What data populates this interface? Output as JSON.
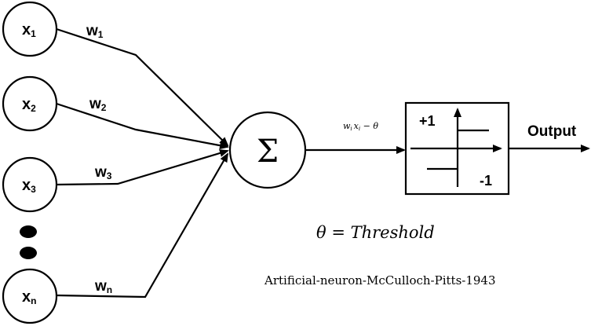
{
  "inputs": [
    {
      "label": "x",
      "sub": "1"
    },
    {
      "label": "x",
      "sub": "2"
    },
    {
      "label": "x",
      "sub": "3"
    },
    {
      "label": "x",
      "sub": "n"
    }
  ],
  "weights": [
    {
      "label": "w",
      "sub": "1"
    },
    {
      "label": "w",
      "sub": "2"
    },
    {
      "label": "w",
      "sub": "3"
    },
    {
      "label": "w",
      "sub": "n"
    }
  ],
  "summation_symbol": "Σ",
  "net_input": {
    "w": "w",
    "w_sub": "i",
    "x": "x",
    "x_sub": "i",
    "minus_theta": " − θ"
  },
  "activation": {
    "plus_label": "+1",
    "minus_label": "-1"
  },
  "output_label": "Output",
  "threshold_note": "θ = Threshold",
  "caption": "Artificial-neuron-McCulloch-Pitts-1943"
}
